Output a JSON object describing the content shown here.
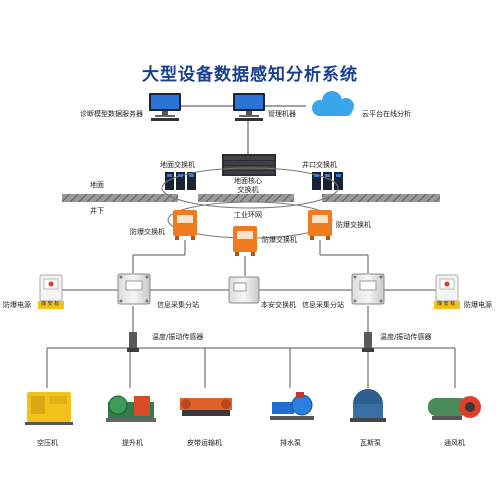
{
  "title": "大型设备数据感知分析系统",
  "top": {
    "diag_server": "诊断模型数据服务器",
    "admin": "管理机器",
    "cloud": "云平台在线分析"
  },
  "core": {
    "ground_switch": "地面交换机",
    "core_switch": "地面核心\n交换机",
    "wellhead_switch": "井口交换机"
  },
  "ground": {
    "above": "地面",
    "below": "井下"
  },
  "ring": {
    "label": "工业环网",
    "switch_left": "防爆交换机",
    "switch_center": "防爆交换机",
    "switch_right": "防爆交换机"
  },
  "substations": {
    "left_power": "防爆电源",
    "left_station": "信息采集分站",
    "center_switch": "本安交换机",
    "right_station": "信息采集分站",
    "right_power": "防爆电源",
    "sensor_left": "温度/振动传感器",
    "sensor_right": "温度/振动传感器",
    "power_box_text": "煤 安 标"
  },
  "equipment": [
    {
      "label": "空压机"
    },
    {
      "label": "提升机"
    },
    {
      "label": "皮带运输机"
    },
    {
      "label": "排水泵"
    },
    {
      "label": "瓦斯泵"
    },
    {
      "label": "通风机"
    }
  ],
  "colors": {
    "title": "#1a3f8f",
    "orange": "#f07a1e",
    "yellow": "#f2c21a",
    "blue_pump": "#1f6fd1",
    "cloud": "#39a6ea",
    "ground_bar": "#8a8a8a"
  }
}
